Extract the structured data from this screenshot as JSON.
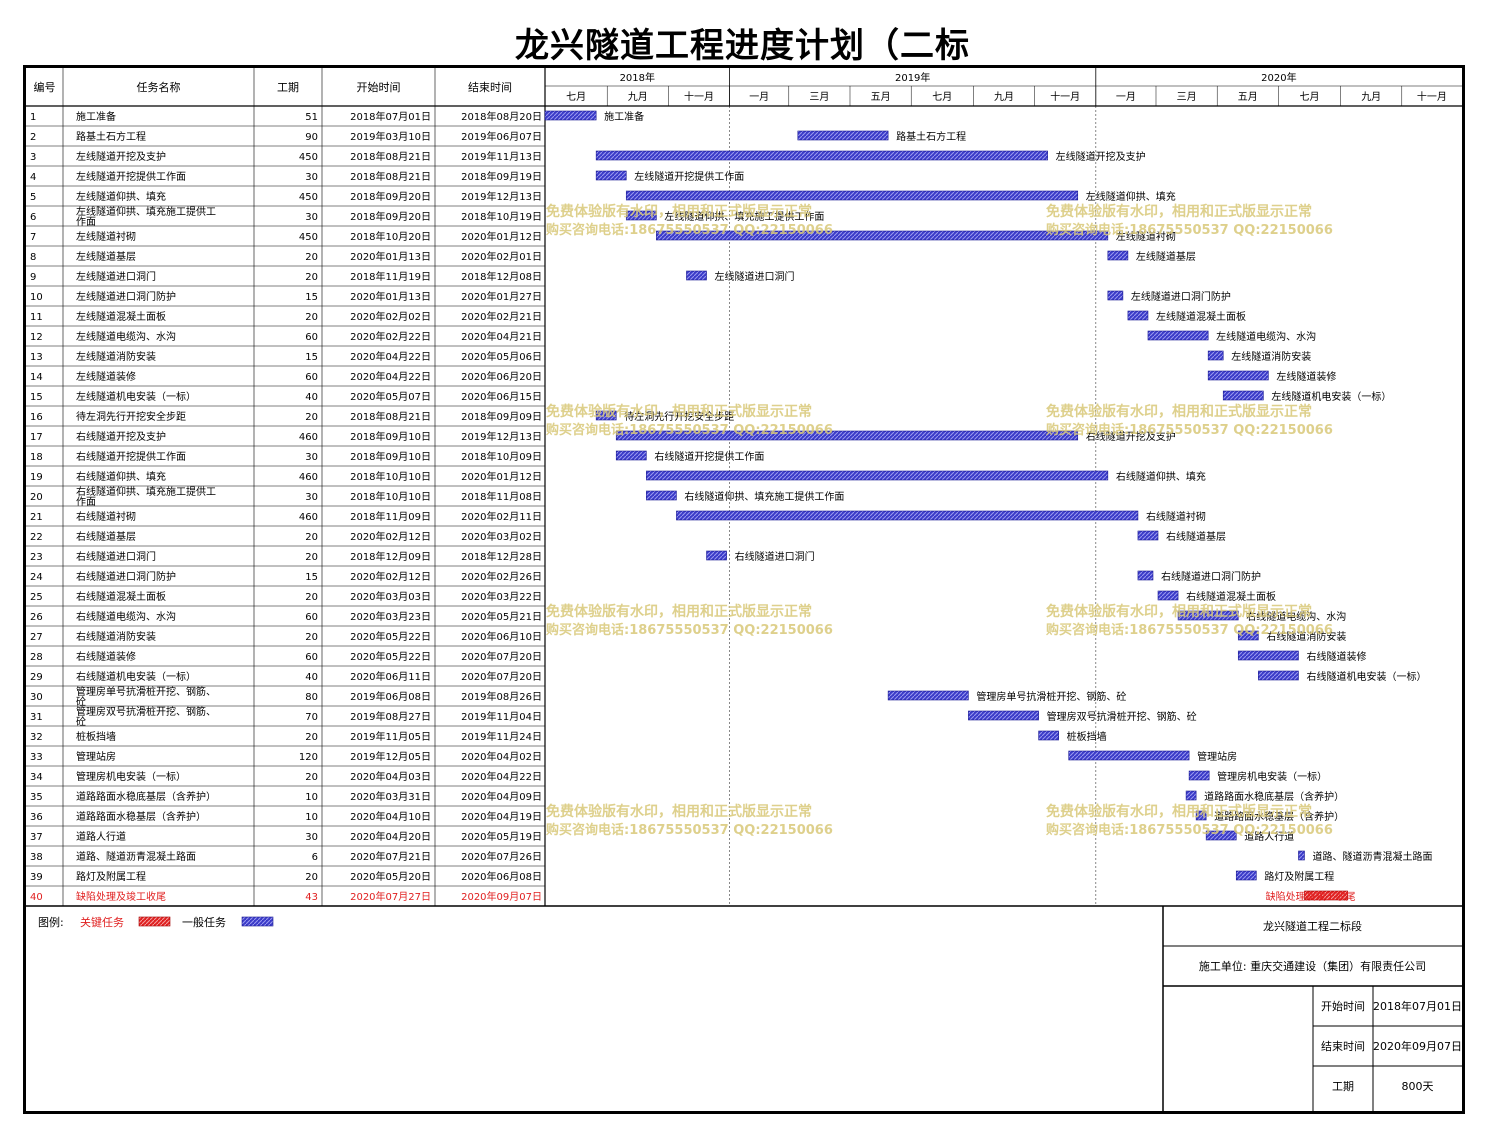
{
  "title": "龙兴隧道工程进度计划（二标",
  "columns": {
    "id": "编号",
    "name": "任务名称",
    "duration": "工期",
    "start": "开始时间",
    "end": "结束时间"
  },
  "timeline": {
    "years": [
      {
        "label": "2018年",
        "start": "2018-07-01",
        "end": "2019-01-01"
      },
      {
        "label": "2019年",
        "start": "2019-01-01",
        "end": "2020-01-01"
      },
      {
        "label": "2020年",
        "start": "2020-01-01",
        "end": "2020-12-31"
      }
    ],
    "months": [
      {
        "label": "七月",
        "start": "2018-07-01",
        "end": "2018-09-01"
      },
      {
        "label": "九月",
        "start": "2018-09-01",
        "end": "2018-11-01"
      },
      {
        "label": "十一月",
        "start": "2018-11-01",
        "end": "2019-01-01"
      },
      {
        "label": "一月",
        "start": "2019-01-01",
        "end": "2019-03-01"
      },
      {
        "label": "三月",
        "start": "2019-03-01",
        "end": "2019-05-01"
      },
      {
        "label": "五月",
        "start": "2019-05-01",
        "end": "2019-07-01"
      },
      {
        "label": "七月",
        "start": "2019-07-01",
        "end": "2019-09-01"
      },
      {
        "label": "九月",
        "start": "2019-09-01",
        "end": "2019-11-01"
      },
      {
        "label": "十一月",
        "start": "2019-11-01",
        "end": "2020-01-01"
      },
      {
        "label": "一月",
        "start": "2020-01-01",
        "end": "2020-03-01"
      },
      {
        "label": "三月",
        "start": "2020-03-01",
        "end": "2020-05-01"
      },
      {
        "label": "五月",
        "start": "2020-05-01",
        "end": "2020-07-01"
      },
      {
        "label": "七月",
        "start": "2020-07-01",
        "end": "2020-09-01"
      },
      {
        "label": "九月",
        "start": "2020-09-01",
        "end": "2020-11-01"
      },
      {
        "label": "十一月",
        "start": "2020-11-01",
        "end": "2020-12-31"
      }
    ]
  },
  "chart_data": {
    "type": "gantt",
    "x_axis": "date",
    "tasks": [
      {
        "id": "1",
        "name": "施工准备",
        "duration": 51,
        "start": "2018年07月01日",
        "end": "2018年08月20日",
        "start_date": "2018-07-01",
        "end_date": "2018-08-20",
        "critical": false
      },
      {
        "id": "2",
        "name": "路基土石方工程",
        "duration": 90,
        "start": "2019年03月10日",
        "end": "2019年06月07日",
        "start_date": "2019-03-10",
        "end_date": "2019-06-07",
        "critical": false
      },
      {
        "id": "3",
        "name": "左线隧道开挖及支护",
        "duration": 450,
        "start": "2018年08月21日",
        "end": "2019年11月13日",
        "start_date": "2018-08-21",
        "end_date": "2019-11-13",
        "critical": false
      },
      {
        "id": "4",
        "name": "左线隧道开挖提供工作面",
        "duration": 30,
        "start": "2018年08月21日",
        "end": "2018年09月19日",
        "start_date": "2018-08-21",
        "end_date": "2018-09-19",
        "critical": false
      },
      {
        "id": "5",
        "name": "左线隧道仰拱、填充",
        "duration": 450,
        "start": "2018年09月20日",
        "end": "2019年12月13日",
        "start_date": "2018-09-20",
        "end_date": "2019-12-13",
        "critical": false
      },
      {
        "id": "6",
        "name": "左线隧道仰拱、填充施工提供工作面",
        "duration": 30,
        "start": "2018年09月20日",
        "end": "2018年10月19日",
        "start_date": "2018-09-20",
        "end_date": "2018-10-19",
        "critical": false
      },
      {
        "id": "7",
        "name": "左线隧道衬砌",
        "duration": 450,
        "start": "2018年10月20日",
        "end": "2020年01月12日",
        "start_date": "2018-10-20",
        "end_date": "2020-01-12",
        "critical": false
      },
      {
        "id": "8",
        "name": "左线隧道基层",
        "duration": 20,
        "start": "2020年01月13日",
        "end": "2020年02月01日",
        "start_date": "2020-01-13",
        "end_date": "2020-02-01",
        "critical": false
      },
      {
        "id": "9",
        "name": "左线隧道进口洞门",
        "duration": 20,
        "start": "2018年11月19日",
        "end": "2018年12月08日",
        "start_date": "2018-11-19",
        "end_date": "2018-12-08",
        "critical": false
      },
      {
        "id": "10",
        "name": "左线隧道进口洞门防护",
        "duration": 15,
        "start": "2020年01月13日",
        "end": "2020年01月27日",
        "start_date": "2020-01-13",
        "end_date": "2020-01-27",
        "critical": false
      },
      {
        "id": "11",
        "name": "左线隧道混凝土面板",
        "duration": 20,
        "start": "2020年02月02日",
        "end": "2020年02月21日",
        "start_date": "2020-02-02",
        "end_date": "2020-02-21",
        "critical": false
      },
      {
        "id": "12",
        "name": "左线隧道电缆沟、水沟",
        "duration": 60,
        "start": "2020年02月22日",
        "end": "2020年04月21日",
        "start_date": "2020-02-22",
        "end_date": "2020-04-21",
        "critical": false
      },
      {
        "id": "13",
        "name": "左线隧道消防安装",
        "duration": 15,
        "start": "2020年04月22日",
        "end": "2020年05月06日",
        "start_date": "2020-04-22",
        "end_date": "2020-05-06",
        "critical": false
      },
      {
        "id": "14",
        "name": "左线隧道装修",
        "duration": 60,
        "start": "2020年04月22日",
        "end": "2020年06月20日",
        "start_date": "2020-04-22",
        "end_date": "2020-06-20",
        "critical": false
      },
      {
        "id": "15",
        "name": "左线隧道机电安装（一标）",
        "duration": 40,
        "start": "2020年05月07日",
        "end": "2020年06月15日",
        "start_date": "2020-05-07",
        "end_date": "2020-06-15",
        "critical": false
      },
      {
        "id": "16",
        "name": "待左洞先行开挖安全步距",
        "duration": 20,
        "start": "2018年08月21日",
        "end": "2018年09月09日",
        "start_date": "2018-08-21",
        "end_date": "2018-09-09",
        "critical": false
      },
      {
        "id": "17",
        "name": "右线隧道开挖及支护",
        "duration": 460,
        "start": "2018年09月10日",
        "end": "2019年12月13日",
        "start_date": "2018-09-10",
        "end_date": "2019-12-13",
        "critical": false
      },
      {
        "id": "18",
        "name": "右线隧道开挖提供工作面",
        "duration": 30,
        "start": "2018年09月10日",
        "end": "2018年10月09日",
        "start_date": "2018-09-10",
        "end_date": "2018-10-09",
        "critical": false
      },
      {
        "id": "19",
        "name": "右线隧道仰拱、填充",
        "duration": 460,
        "start": "2018年10月10日",
        "end": "2020年01月12日",
        "start_date": "2018-10-10",
        "end_date": "2020-01-12",
        "critical": false
      },
      {
        "id": "20",
        "name": "右线隧道仰拱、填充施工提供工作面",
        "duration": 30,
        "start": "2018年10月10日",
        "end": "2018年11月08日",
        "start_date": "2018-10-10",
        "end_date": "2018-11-08",
        "critical": false
      },
      {
        "id": "21",
        "name": "右线隧道衬砌",
        "duration": 460,
        "start": "2018年11月09日",
        "end": "2020年02月11日",
        "start_date": "2018-11-09",
        "end_date": "2020-02-11",
        "critical": false
      },
      {
        "id": "22",
        "name": "右线隧道基层",
        "duration": 20,
        "start": "2020年02月12日",
        "end": "2020年03月02日",
        "start_date": "2020-02-12",
        "end_date": "2020-03-02",
        "critical": false
      },
      {
        "id": "23",
        "name": "右线隧道进口洞门",
        "duration": 20,
        "start": "2018年12月09日",
        "end": "2018年12月28日",
        "start_date": "2018-12-09",
        "end_date": "2018-12-28",
        "critical": false
      },
      {
        "id": "24",
        "name": "右线隧道进口洞门防护",
        "duration": 15,
        "start": "2020年02月12日",
        "end": "2020年02月26日",
        "start_date": "2020-02-12",
        "end_date": "2020-02-26",
        "critical": false
      },
      {
        "id": "25",
        "name": "右线隧道混凝土面板",
        "duration": 20,
        "start": "2020年03月03日",
        "end": "2020年03月22日",
        "start_date": "2020-03-03",
        "end_date": "2020-03-22",
        "critical": false
      },
      {
        "id": "26",
        "name": "右线隧道电缆沟、水沟",
        "duration": 60,
        "start": "2020年03月23日",
        "end": "2020年05月21日",
        "start_date": "2020-03-23",
        "end_date": "2020-05-21",
        "critical": false
      },
      {
        "id": "27",
        "name": "右线隧道消防安装",
        "duration": 20,
        "start": "2020年05月22日",
        "end": "2020年06月10日",
        "start_date": "2020-05-22",
        "end_date": "2020-06-10",
        "critical": false
      },
      {
        "id": "28",
        "name": "右线隧道装修",
        "duration": 60,
        "start": "2020年05月22日",
        "end": "2020年07月20日",
        "start_date": "2020-05-22",
        "end_date": "2020-07-20",
        "critical": false
      },
      {
        "id": "29",
        "name": "右线隧道机电安装（一标）",
        "duration": 40,
        "start": "2020年06月11日",
        "end": "2020年07月20日",
        "start_date": "2020-06-11",
        "end_date": "2020-07-20",
        "critical": false
      },
      {
        "id": "30",
        "name": "管理房单号抗滑桩开挖、钢筋、砼",
        "duration": 80,
        "start": "2019年06月08日",
        "end": "2019年08月26日",
        "start_date": "2019-06-08",
        "end_date": "2019-08-26",
        "critical": false
      },
      {
        "id": "31",
        "name": "管理房双号抗滑桩开挖、钢筋、砼",
        "duration": 70,
        "start": "2019年08月27日",
        "end": "2019年11月04日",
        "start_date": "2019-08-27",
        "end_date": "2019-11-04",
        "critical": false
      },
      {
        "id": "32",
        "name": "桩板挡墙",
        "duration": 20,
        "start": "2019年11月05日",
        "end": "2019年11月24日",
        "start_date": "2019-11-05",
        "end_date": "2019-11-24",
        "critical": false
      },
      {
        "id": "33",
        "name": "管理站房",
        "duration": 120,
        "start": "2019年12月05日",
        "end": "2020年04月02日",
        "start_date": "2019-12-05",
        "end_date": "2020-04-02",
        "critical": false
      },
      {
        "id": "34",
        "name": "管理房机电安装（一标）",
        "duration": 20,
        "start": "2020年04月03日",
        "end": "2020年04月22日",
        "start_date": "2020-04-03",
        "end_date": "2020-04-22",
        "critical": false
      },
      {
        "id": "35",
        "name": "道路路面水稳底基层（含养护）",
        "duration": 10,
        "start": "2020年03月31日",
        "end": "2020年04月09日",
        "start_date": "2020-03-31",
        "end_date": "2020-04-09",
        "critical": false
      },
      {
        "id": "36",
        "name": "道路路面水稳基层（含养护）",
        "duration": 10,
        "start": "2020年04月10日",
        "end": "2020年04月19日",
        "start_date": "2020-04-10",
        "end_date": "2020-04-19",
        "critical": false
      },
      {
        "id": "37",
        "name": "道路人行道",
        "duration": 30,
        "start": "2020年04月20日",
        "end": "2020年05月19日",
        "start_date": "2020-04-20",
        "end_date": "2020-05-19",
        "critical": false
      },
      {
        "id": "38",
        "name": "道路、隧道沥青混凝土路面",
        "duration": 6,
        "start": "2020年07月21日",
        "end": "2020年07月26日",
        "start_date": "2020-07-21",
        "end_date": "2020-07-26",
        "critical": false
      },
      {
        "id": "39",
        "name": "路灯及附属工程",
        "duration": 20,
        "start": "2020年05月20日",
        "end": "2020年06月08日",
        "start_date": "2020-05-20",
        "end_date": "2020-06-08",
        "critical": false
      },
      {
        "id": "40",
        "name": "缺陷处理及竣工收尾",
        "duration": 43,
        "start": "2020年07月27日",
        "end": "2020年09月07日",
        "start_date": "2020-07-27",
        "end_date": "2020-09-07",
        "critical": true
      }
    ]
  },
  "watermark": {
    "line1": "免费体验版有水印，相用和正式版显示正常",
    "line2": "购买咨询电话:18675550537 QQ:22150066"
  },
  "legend": {
    "label": "图例:",
    "critical": "关键任务",
    "normal": "一般任务"
  },
  "info": {
    "project": "龙兴隧道工程二标段",
    "contractor": "施工单位: 重庆交通建设（集团）有限责任公司",
    "start_label": "开始时间",
    "start_value": "2018年07月01日",
    "end_label": "结束时间",
    "end_value": "2020年09月07日",
    "duration_label": "工期",
    "duration_value": "800天"
  },
  "colors": {
    "normal_bar": "#3a3ac8",
    "critical_bar": "#e02020",
    "critical_text": "#e02020",
    "watermark": "#d8c878"
  }
}
